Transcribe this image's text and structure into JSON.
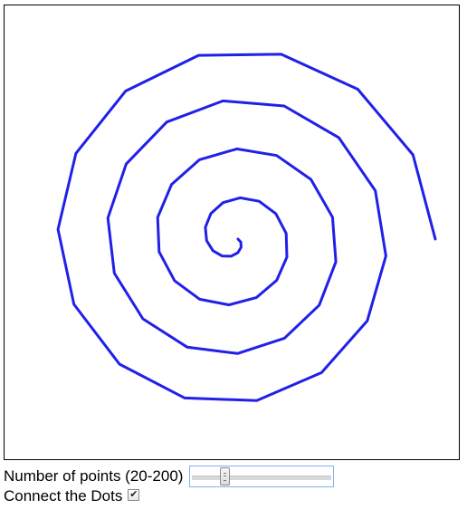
{
  "spiral": {
    "stroke_color": "#2020e8",
    "num_points": 58,
    "turns": 4.0
  },
  "controls": {
    "points_label": "Number of points (20-200)",
    "points_min": 20,
    "points_max": 200,
    "points_value": 58,
    "connect_label": "Connect the Dots",
    "connect_checked": true
  },
  "icons": {
    "checkbox": "check-icon"
  }
}
